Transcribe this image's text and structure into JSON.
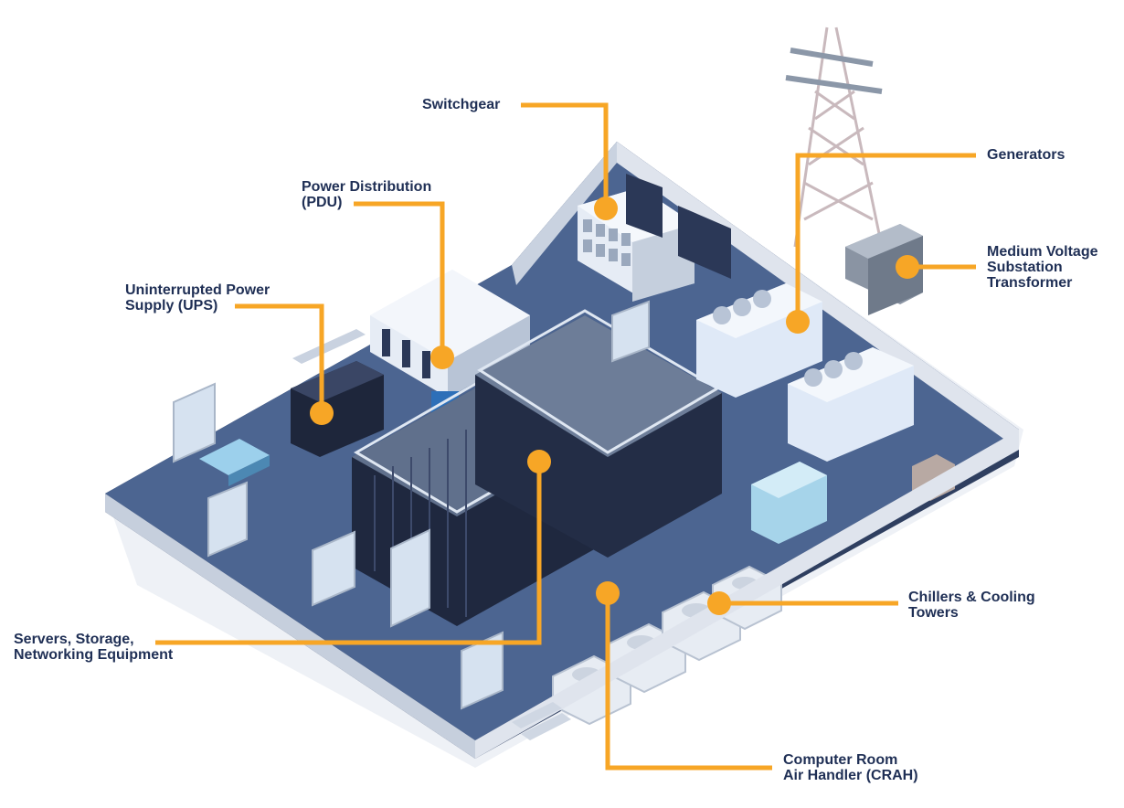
{
  "colors": {
    "callout": "#f7a626",
    "label": "#1f2f55",
    "floor": "#4c6591",
    "wall": "#d9dfe9",
    "rack": "#25304a",
    "equipment": "#e6ecf5"
  },
  "callouts": [
    {
      "id": "switchgear",
      "label": "Switchgear"
    },
    {
      "id": "pdu",
      "label": "Power Distribution\n(PDU)"
    },
    {
      "id": "ups",
      "label": "Uninterrupted Power\nSupply (UPS)"
    },
    {
      "id": "generators",
      "label": "Generators"
    },
    {
      "id": "mv-transformer",
      "label": "Medium Voltage\nSubstation\nTransformer"
    },
    {
      "id": "servers",
      "label": "Servers, Storage,\nNetworking Equipment"
    },
    {
      "id": "chillers",
      "label": "Chillers & Cooling\nTowers"
    },
    {
      "id": "crah",
      "label": "Computer Room\nAir Handler (CRAH)"
    }
  ]
}
